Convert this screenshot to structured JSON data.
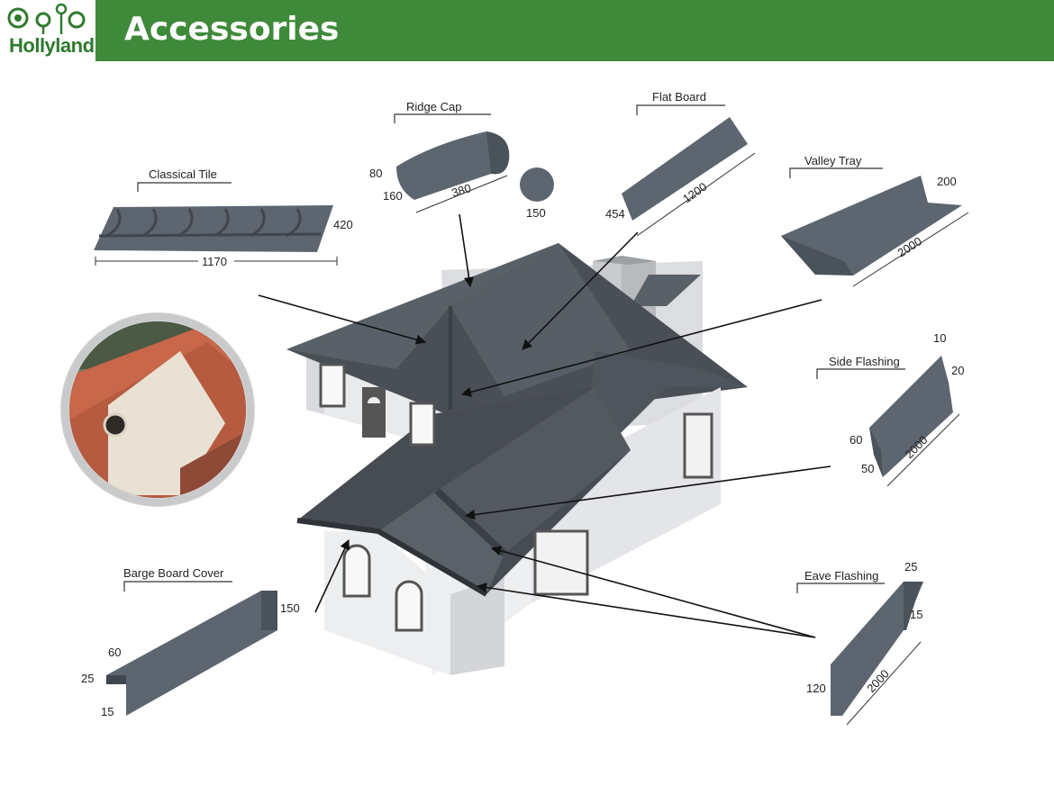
{
  "header": {
    "logo": "Hollyland",
    "title": "Accessories"
  },
  "parts": {
    "classical_tile": {
      "label": "Classical Tile",
      "width": "1170",
      "height": "420"
    },
    "ridge_cap": {
      "label": "Ridge Cap",
      "d1": "80",
      "d2": "160",
      "d3": "380",
      "d4": "150"
    },
    "flat_board": {
      "label": "Flat Board",
      "length": "1200",
      "width": "454"
    },
    "valley_tray": {
      "label": "Valley Tray",
      "width": "200",
      "length": "2000"
    },
    "side_flashing": {
      "label": "Side Flashing",
      "d1": "10",
      "d2": "20",
      "d3": "60",
      "d4": "50",
      "length": "2000"
    },
    "barge_board_cover": {
      "label": "Barge Board Cover",
      "d1": "150",
      "d2": "60",
      "d3": "25",
      "d4": "15"
    },
    "eave_flashing": {
      "label": "Eave Flashing",
      "d1": "25",
      "d2": "15",
      "d3": "120",
      "length": "2000"
    }
  },
  "colors": {
    "header_green": "#3f8a3a",
    "roof_gray": "#4a4f55",
    "part_gray": "#5d6670",
    "tile_terracotta": "#c8674a"
  }
}
